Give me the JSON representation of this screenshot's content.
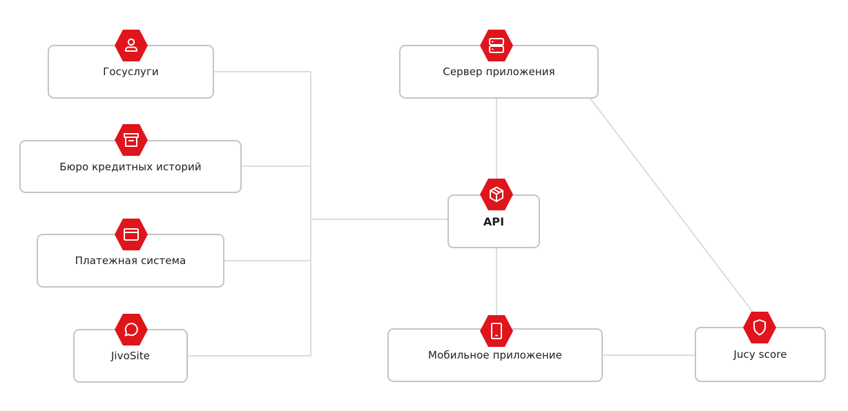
{
  "colors": {
    "accent": "#e0141b",
    "connector": "#dcdcdc",
    "border": "#c8c2c3",
    "text": "#1e1e1e"
  },
  "nodes": {
    "gosuslugi": {
      "label": "Госуслуги",
      "icon": "user-icon"
    },
    "bki": {
      "label": "Бюро кредитных историй",
      "icon": "archive-box-icon"
    },
    "payment": {
      "label": "Платежная система",
      "icon": "card-icon"
    },
    "jivosite": {
      "label": "JivoSite",
      "icon": "chat-bubble-icon"
    },
    "server": {
      "label": "Сервер приложения",
      "icon": "server-icon"
    },
    "api": {
      "label": "API",
      "icon": "cube-icon"
    },
    "mobile": {
      "label": "Мобильное приложение",
      "icon": "phone-icon"
    },
    "jucy": {
      "label": "Jucy score",
      "icon": "shield-icon"
    }
  }
}
